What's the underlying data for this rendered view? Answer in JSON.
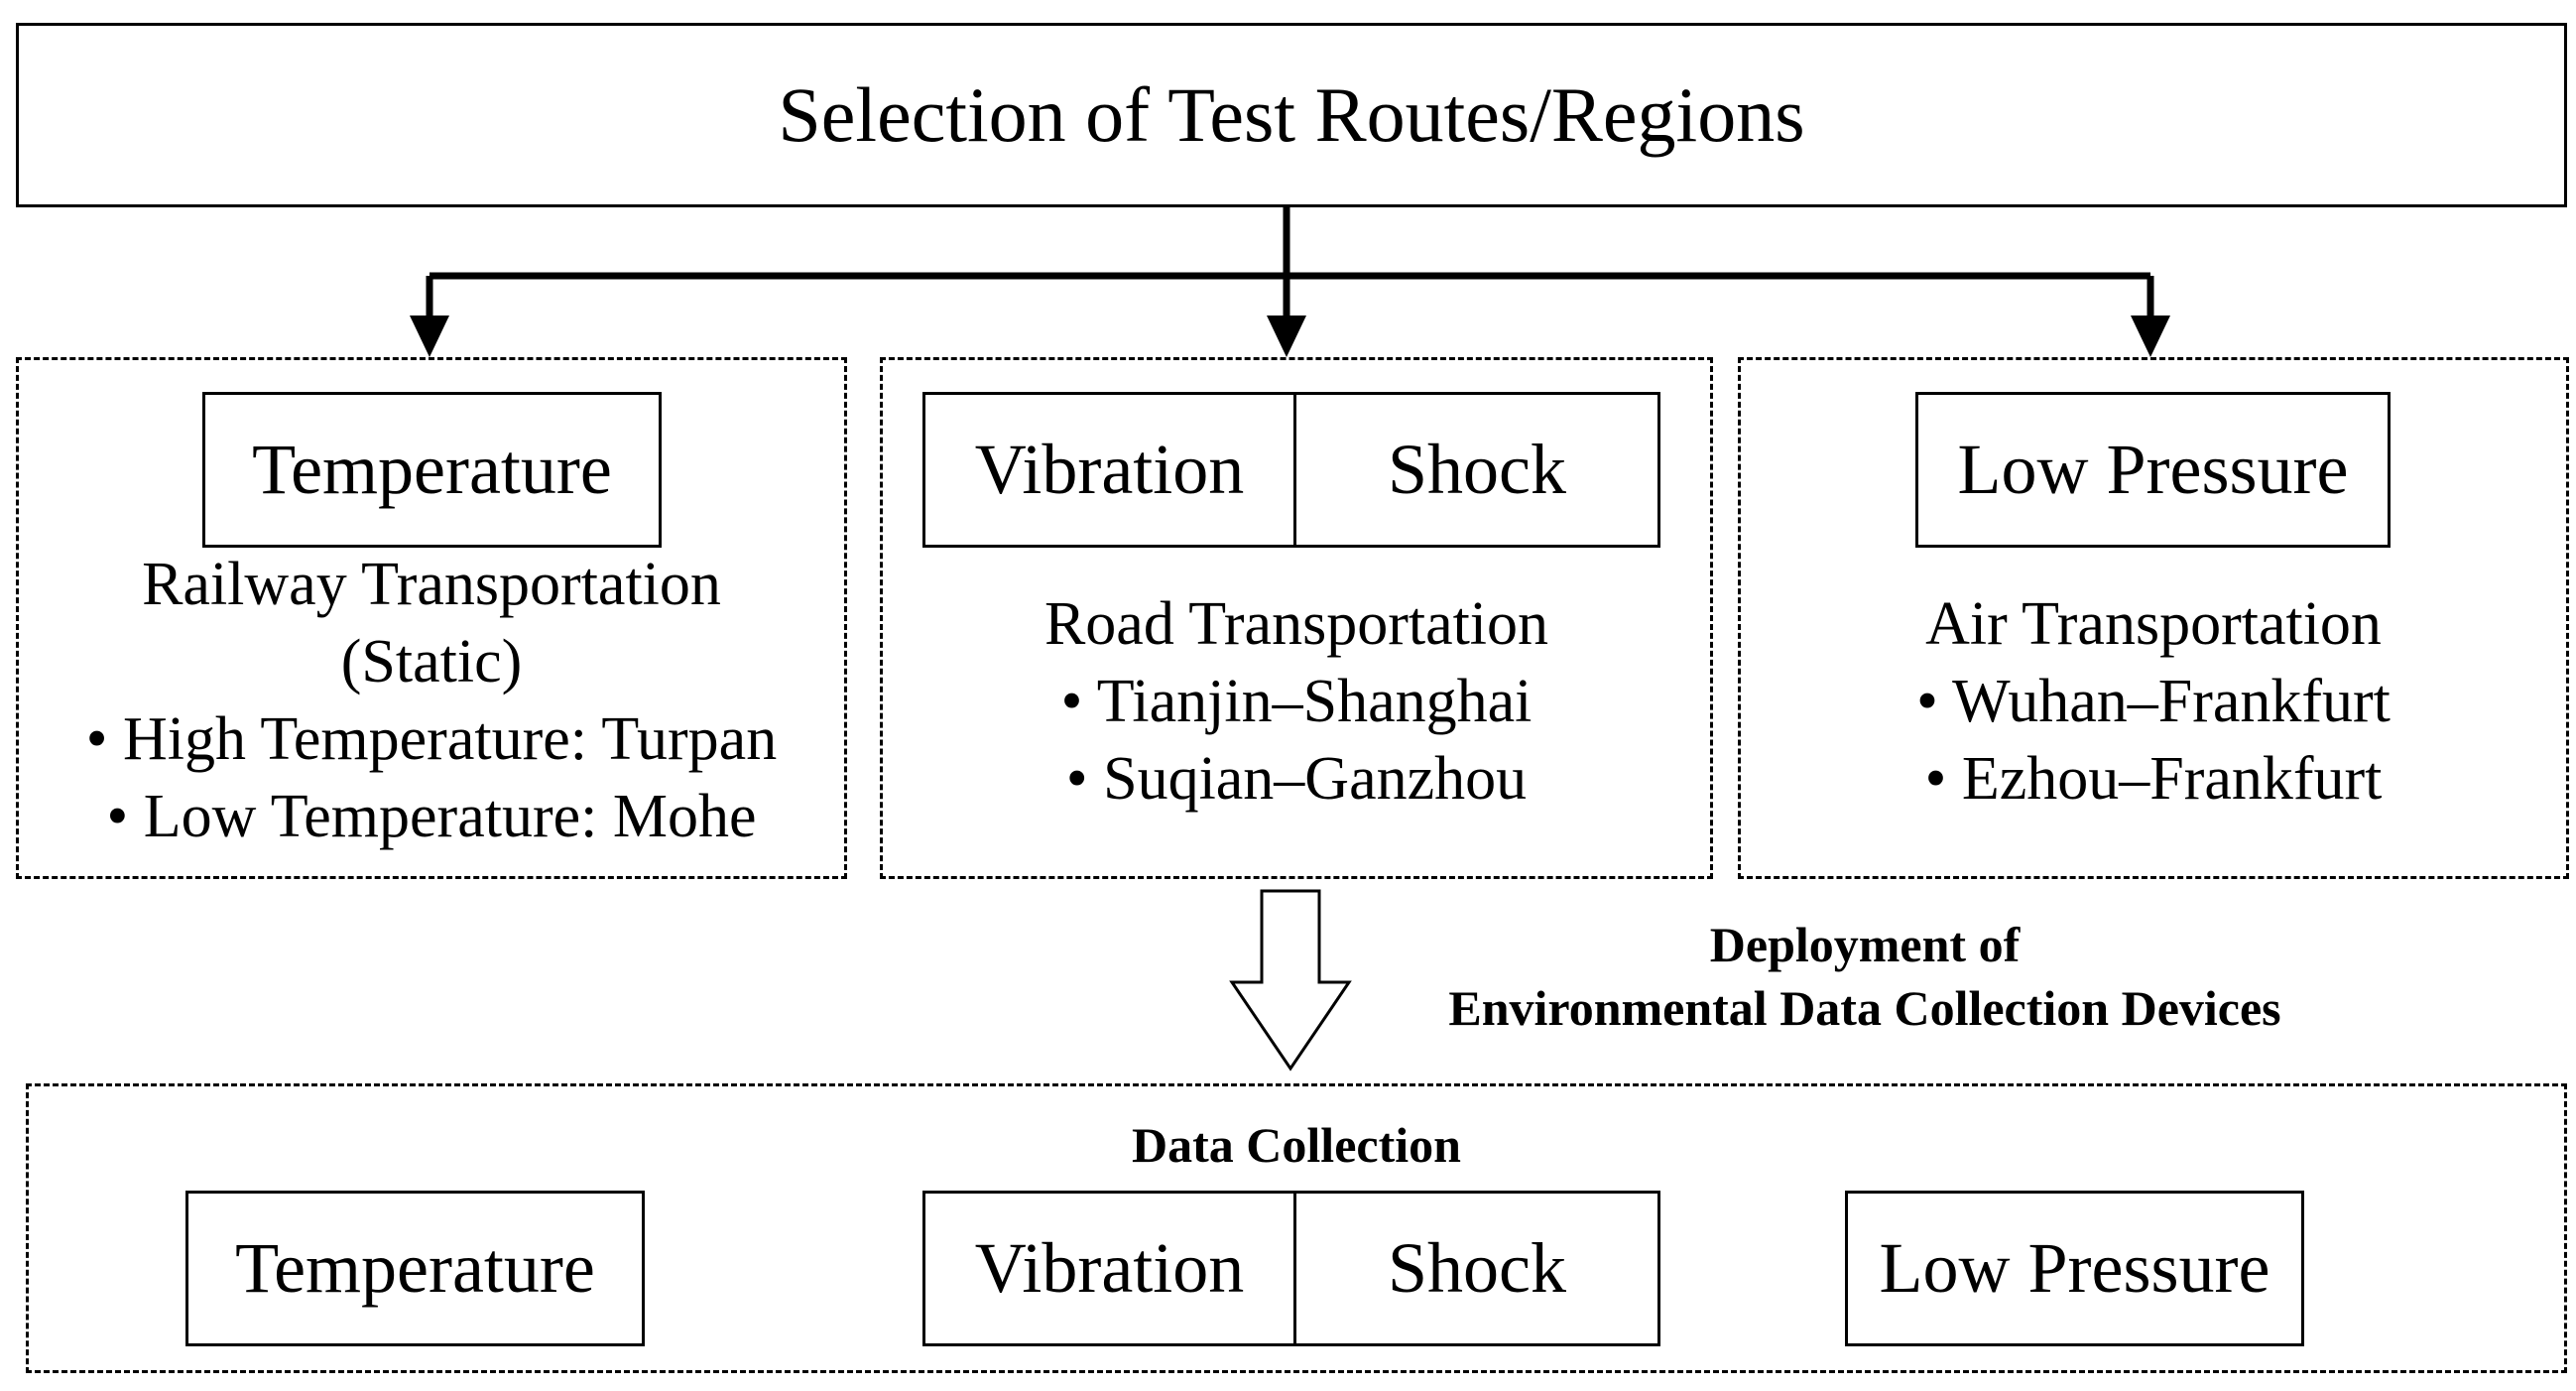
{
  "top": {
    "title": "Selection of Test Routes/Regions"
  },
  "groups": [
    {
      "boxes": [
        "Temperature"
      ],
      "lines": [
        "Railway Transportation",
        "(Static)",
        "• High Temperature: Turpan",
        "• Low Temperature: Mohe"
      ]
    },
    {
      "boxes": [
        "Vibration",
        "Shock"
      ],
      "lines": [
        "Road Transportation",
        "• Tianjin–Shanghai",
        "• Suqian–Ganzhou"
      ]
    },
    {
      "boxes": [
        "Low Pressure"
      ],
      "lines": [
        "Air Transportation",
        "• Wuhan–Frankfurt",
        "• Ezhou–Frankfurt"
      ]
    }
  ],
  "transition": {
    "line1": "Deployment of",
    "line2": "Environmental Data Collection Devices"
  },
  "collection": {
    "title": "Data Collection",
    "boxes": [
      "Temperature",
      "Vibration",
      "Shock",
      "Low Pressure"
    ]
  }
}
